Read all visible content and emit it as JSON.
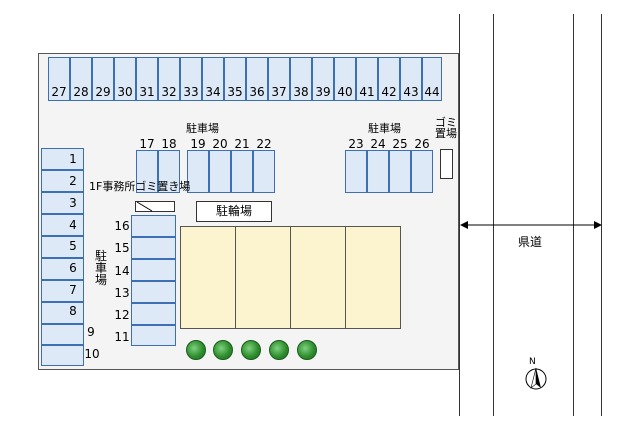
{
  "top_row_numbers": [
    "27",
    "28",
    "29",
    "30",
    "31",
    "32",
    "33",
    "34",
    "35",
    "36",
    "37",
    "38",
    "39",
    "40",
    "41",
    "42",
    "43",
    "44"
  ],
  "left_column_numbers": [
    "1",
    "2",
    "3",
    "4",
    "5",
    "6",
    "7",
    "8",
    "9",
    "10"
  ],
  "mid_column_numbers": [
    "16",
    "15",
    "14",
    "13",
    "12",
    "11"
  ],
  "upper_group_a_numbers": [
    "17",
    "18",
    "19",
    "20",
    "21",
    "22"
  ],
  "upper_group_b_numbers": [
    "23",
    "24",
    "25",
    "26"
  ],
  "labels": {
    "parking_upper_a": "駐車場",
    "parking_upper_b": "駐車場",
    "parking_vertical": "駐車場",
    "garbage_station": "ゴミ置場",
    "office_garbage": "1F事務所ゴミ置き場",
    "bicycle_parking": "駐輪場",
    "prefectural_road": "県道",
    "north": "N"
  },
  "colors": {
    "slot_fill": "#dde9f7",
    "slot_border": "#3c6fb4",
    "building_fill": "#fbf4cf",
    "tree": "#2f8f2f"
  }
}
